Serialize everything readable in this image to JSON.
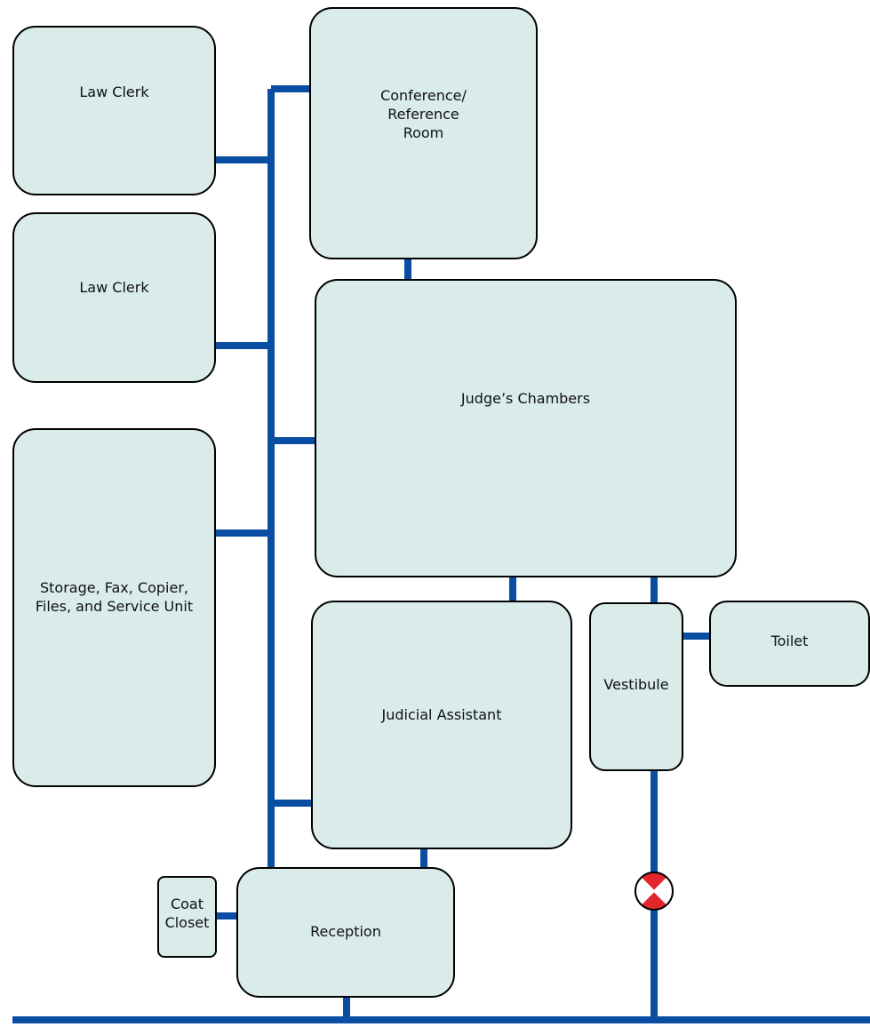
{
  "colors": {
    "connector": "#0a4ea3",
    "room_fill": "#d9ecea",
    "room_border": "#000000",
    "marker_red": "#e3262b"
  },
  "rooms": {
    "law_clerk_1": "Law Clerk",
    "law_clerk_2": "Law Clerk",
    "storage": "Storage, Fax, Copier,\nFiles, and Service Unit",
    "conference": "Conference/\nReference\nRoom",
    "judges_chambers": "Judge’s Chambers",
    "judicial_assistant": "Judicial Assistant",
    "vestibule": "Vestibule",
    "toilet": "Toilet",
    "coat_closet": "Coat\nCloset",
    "reception": "Reception"
  },
  "icons": {
    "secured_entry": "restricted-access-icon"
  }
}
